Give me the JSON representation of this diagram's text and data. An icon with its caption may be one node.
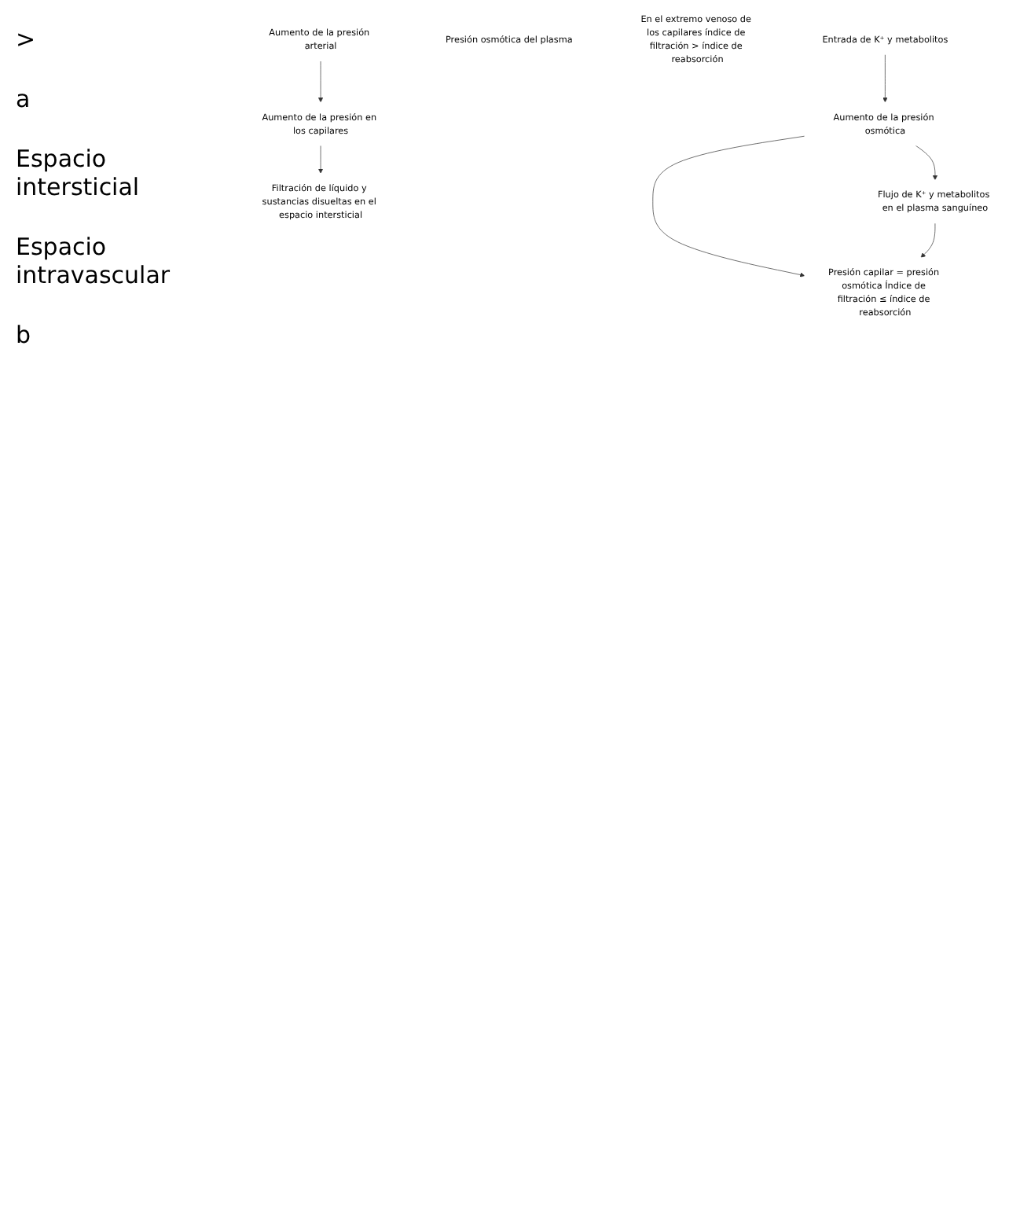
{
  "diagram": {
    "nodes": [
      {
        "text": [
          "Aumento de la presión arterial"
        ]
      },
      {
        "text": [
          "Aumento de la presión en los capilares"
        ]
      },
      {
        "text": [
          "Presión osmótica del plasma"
        ]
      },
      {
        "text": [
          "Filtración de líquido y sustancias disueltas en el espacio intersticial"
        ]
      },
      {
        "text": [
          "En el extremo venoso de los capilares índice de filtración > índice de reabsorción"
        ]
      },
      {
        "text": [
          "Entrada de K⁺ y metabolitos"
        ]
      },
      {
        "text": [
          "Aumento de la presión osmótica"
        ]
      },
      {
        "text": [
          "Flujo de K⁺ y metabolitos en el plasma sanguíneo"
        ]
      },
      {
        "text": [
          "Presión capilar = presión osmótica Índice de filtración ≤ índice de reabsorción"
        ]
      }
    ],
    "edges": [
      {
        "from": 0,
        "to": 1,
        "arrow": "to"
      },
      {
        "from": 1,
        "to": 3,
        "arrow": "to"
      },
      {
        "from": 5,
        "to": 6,
        "arrow": "to"
      },
      {
        "from": 6,
        "to": 7,
        "arrow": "to"
      },
      {
        "from": 6,
        "to": 8,
        "arrow": "to"
      },
      {
        "from": 7,
        "to": 8,
        "arrow": "to"
      }
    ],
    "labels": [
      ">",
      "a",
      "Espacio intersticial",
      "Espacio intravascular",
      "b"
    ]
  }
}
